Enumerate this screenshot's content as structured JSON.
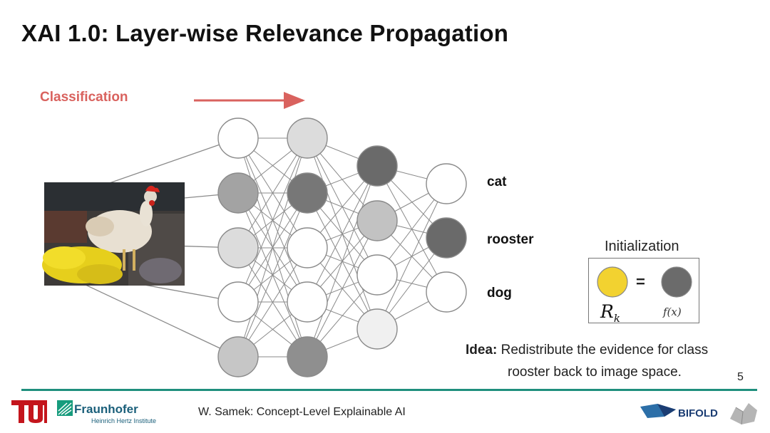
{
  "slide": {
    "title": "XAI 1.0: Layer-wise Relevance Propagation",
    "page_number": "5"
  },
  "diagram": {
    "direction_label": "Classification",
    "arrow_color": "#d9625e",
    "class_labels": [
      "cat",
      "rooster",
      "dog"
    ],
    "input_image": "rooster-photo"
  },
  "initialization": {
    "title": "Initialization",
    "equals": "=",
    "relevance_symbol": "R",
    "relevance_subscript": "k",
    "output_symbol": "f(x)",
    "relevance_color": "#f2d230",
    "output_color": "#6b6b6b"
  },
  "idea": {
    "label": "Idea:",
    "line1": "Redistribute the evidence for class",
    "line2": "rooster back to image space."
  },
  "footer": {
    "author": "W. Samek: Concept-Level Explainable AI",
    "fraunhofer": "Fraunhofer",
    "fraunhofer_sub": "Heinrich Hertz Institute",
    "bifold": "BIFOLD",
    "accent_color": "#1f8f7d"
  }
}
